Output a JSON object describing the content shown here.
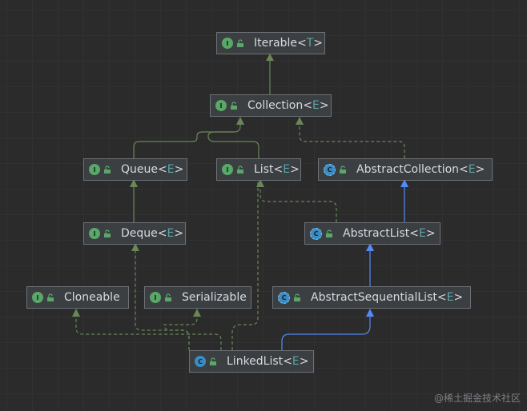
{
  "diagram": {
    "nodes": [
      {
        "id": "iterable",
        "kind": "interface",
        "badge": "I",
        "name": "Iterable",
        "type_param": "T"
      },
      {
        "id": "collection",
        "kind": "interface",
        "badge": "I",
        "name": "Collection",
        "type_param": "E"
      },
      {
        "id": "queue",
        "kind": "interface",
        "badge": "I",
        "name": "Queue",
        "type_param": "E"
      },
      {
        "id": "list",
        "kind": "interface",
        "badge": "I",
        "name": "List",
        "type_param": "E"
      },
      {
        "id": "abstractcollection",
        "kind": "abstract",
        "badge": "C",
        "name": "AbstractCollection",
        "type_param": "E"
      },
      {
        "id": "deque",
        "kind": "interface",
        "badge": "I",
        "name": "Deque",
        "type_param": "E"
      },
      {
        "id": "abstractlist",
        "kind": "abstract",
        "badge": "C",
        "name": "AbstractList",
        "type_param": "E"
      },
      {
        "id": "cloneable",
        "kind": "interface",
        "badge": "I",
        "name": "Cloneable",
        "type_param": ""
      },
      {
        "id": "serializable",
        "kind": "interface",
        "badge": "I",
        "name": "Serializable",
        "type_param": ""
      },
      {
        "id": "abstractsequentiallist",
        "kind": "abstract",
        "badge": "C",
        "name": "AbstractSequentialList",
        "type_param": "E"
      },
      {
        "id": "linkedlist",
        "kind": "class",
        "badge": "C",
        "name": "LinkedList",
        "type_param": "E"
      }
    ],
    "edges": [
      {
        "from": "collection",
        "to": "iterable",
        "style": "extends-interface"
      },
      {
        "from": "queue",
        "to": "collection",
        "style": "extends-interface"
      },
      {
        "from": "list",
        "to": "collection",
        "style": "extends-interface"
      },
      {
        "from": "abstractcollection",
        "to": "collection",
        "style": "implements"
      },
      {
        "from": "deque",
        "to": "queue",
        "style": "extends-interface"
      },
      {
        "from": "abstractlist",
        "to": "abstractcollection",
        "style": "extends-class"
      },
      {
        "from": "abstractlist",
        "to": "list",
        "style": "implements"
      },
      {
        "from": "abstractsequentiallist",
        "to": "abstractlist",
        "style": "extends-class"
      },
      {
        "from": "linkedlist",
        "to": "abstractsequentiallist",
        "style": "extends-class"
      },
      {
        "from": "linkedlist",
        "to": "cloneable",
        "style": "implements"
      },
      {
        "from": "linkedlist",
        "to": "serializable",
        "style": "implements"
      },
      {
        "from": "linkedlist",
        "to": "deque",
        "style": "implements"
      },
      {
        "from": "linkedlist",
        "to": "list",
        "style": "implements"
      }
    ]
  },
  "colors": {
    "interface_edge": "#6a8759",
    "class_edge": "#548af7",
    "node_bg": "#3c3f41",
    "node_border": "#6d7176",
    "type_param": "#5fa3a8"
  },
  "watermark": "@稀土掘金技术社区"
}
